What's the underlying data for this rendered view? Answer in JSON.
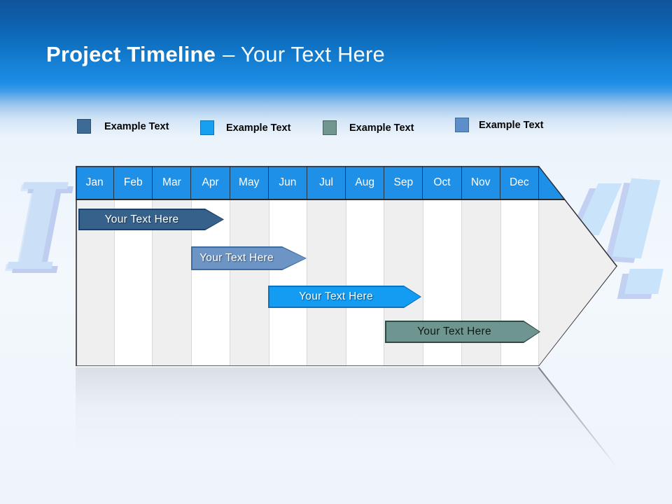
{
  "slide": {
    "title_bold": "Project Timeline",
    "title_light": "– Your Text Here"
  },
  "legend": {
    "items": [
      {
        "label": "Example Text",
        "color": "#3E6A96",
        "border_color": "#2B4E73"
      },
      {
        "label": "Example Text",
        "color": "#18A0F0",
        "border_color": "#0E73B8"
      },
      {
        "label": "Example Text",
        "color": "#70968F",
        "border_color": "#47665F"
      },
      {
        "label": "Example Text",
        "color": "#5C8FC9",
        "border_color": "#3F6B9E"
      }
    ]
  },
  "timeline": {
    "months": [
      "Jan",
      "Feb",
      "Mar",
      "Apr",
      "May",
      "Jun",
      "Jul",
      "Aug",
      "Sep",
      "Oct",
      "Nov",
      "Dec"
    ],
    "header_color": "#1E90E8",
    "stripe_gray": "#EFEFEF",
    "stripe_white": "#FFFFFF",
    "bars": [
      {
        "label": "Your Text Here",
        "fill_color": "#35618B",
        "border_color": "#1E4066",
        "text_color": "#FFFFFF",
        "start_month": "Jan",
        "end_month": "Apr"
      },
      {
        "label": "Your Text Here",
        "fill_color": "#6C95C5",
        "border_color": "#3E6CA0",
        "text_color": "#FFFFFF",
        "start_month": "Apr",
        "end_month": "Jun"
      },
      {
        "label": "Your Text Here",
        "fill_color": "#149BF2",
        "border_color": "#0B72BC",
        "text_color": "#FFFFFF",
        "start_month": "Jun",
        "end_month": "Sep"
      },
      {
        "label": "Your Text Here",
        "fill_color": "#6F9590",
        "border_color": "#2F4945",
        "text_color": "#0D1A1A",
        "start_month": "Sep",
        "end_month": "Dec"
      }
    ]
  },
  "watermark": {
    "left_glyph": "I",
    "right_glyph": "!",
    "color": "#C8E3FA"
  }
}
